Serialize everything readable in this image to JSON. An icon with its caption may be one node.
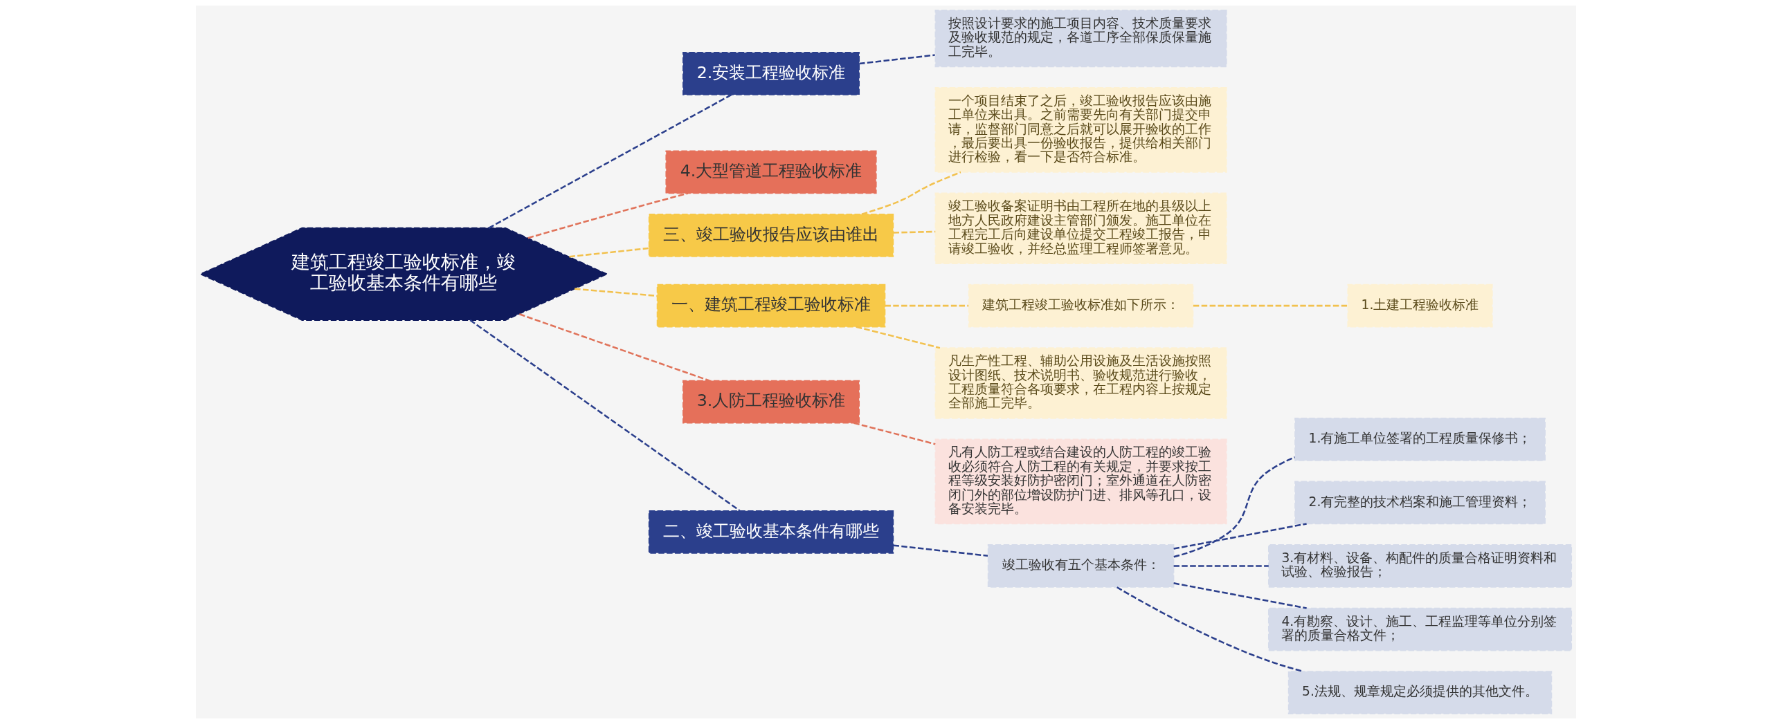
{
  "diagram": {
    "nodes": [
      {
        "text": [
          "建筑工程竣工验收标准，竣工验收基本条件有哪些"
        ]
      },
      {
        "text": [
          "2.安装工程验收标准"
        ]
      },
      {
        "text": [
          "按照设计要求的施工项目内容、技术质量要求及验收规范的规定，各道工序全部保质保量施工完毕。"
        ]
      },
      {
        "text": [
          "4.大型管道工程验收标准"
        ]
      },
      {
        "text": [
          "三、竣工验收报告应该由谁出"
        ]
      },
      {
        "text": [
          "一个项目结束了之后，竣工验收报告应该由施工单位来出具。之前需要先向有关部门提交申请，监督部门同意之后就可以展开验收的工作，最后要出具一份验收报告，提供给相关部门进行检验，看一下是否符合标准。"
        ]
      },
      {
        "text": [
          "竣工验收备案证明书由工程所在地的县级以上地方人民政府建设主管部门颁发。施工单位在工程完工后向建设单位提交工程竣工报告，申请竣工验收，并经总监理工程师签署意见。"
        ]
      },
      {
        "text": [
          "一、建筑工程竣工验收标准"
        ]
      },
      {
        "text": [
          "建筑工程竣工验收标准如下所示："
        ]
      },
      {
        "text": [
          "1.土建工程验收标准"
        ]
      },
      {
        "text": [
          "凡生产性工程、辅助公用设施及生活设施按照设计图纸、技术说明书、验收规范进行验收，工程质量符合各项要求，在工程内容上按规定全部施工完毕。"
        ]
      },
      {
        "text": [
          "3.人防工程验收标准"
        ]
      },
      {
        "text": [
          "凡有人防工程或结合建设的人防工程的竣工验收必须符合人防工程的有关规定，并要求按工程等级安装好防护密闭门；室外通道在人防密闭门外的部位增设防护门进、排风等孔口，设备安装完毕。"
        ]
      },
      {
        "text": [
          "二、竣工验收基本条件有哪些"
        ]
      },
      {
        "text": [
          "竣工验收有五个基本条件："
        ]
      },
      {
        "text": [
          "1.有施工单位签署的工程质量保修书；"
        ]
      },
      {
        "text": [
          "2.有完整的技术档案和施工管理资料；"
        ]
      },
      {
        "text": [
          "3.有材料、设备、构配件的质量合格证明资料和试验、检验报告；"
        ]
      },
      {
        "text": [
          "4.有勘察、设计、施工、工程监理等单位分别签署的质量合格文件；"
        ]
      },
      {
        "text": [
          "5.法规、规章规定必须提供的其他文件。"
        ]
      }
    ],
    "edges": [
      {
        "from": 0,
        "to": 1,
        "arrow": "none",
        "style": "dashed"
      },
      {
        "from": 1,
        "to": 2,
        "arrow": "none",
        "style": "dashed"
      },
      {
        "from": 0,
        "to": 3,
        "arrow": "none",
        "style": "dashed",
        "color": "#e0735a"
      },
      {
        "from": 0,
        "to": 4,
        "arrow": "none",
        "style": "dashed",
        "color": "#f2c14e"
      },
      {
        "from": 4,
        "to": 5,
        "arrow": "none",
        "style": "dashed",
        "color": "#f2c14e"
      },
      {
        "from": 4,
        "to": 6,
        "arrow": "none",
        "style": "dashed",
        "color": "#f2c14e"
      },
      {
        "from": 0,
        "to": 7,
        "arrow": "none",
        "style": "dashed",
        "color": "#f2c14e"
      },
      {
        "from": 7,
        "to": 8,
        "arrow": "none",
        "style": "dashed",
        "color": "#f2c14e"
      },
      {
        "from": 8,
        "to": 9,
        "arrow": "none",
        "style": "dashed",
        "color": "#f2c14e"
      },
      {
        "from": 7,
        "to": 10,
        "arrow": "none",
        "style": "dashed",
        "color": "#f2c14e"
      },
      {
        "from": 0,
        "to": 11,
        "arrow": "none",
        "style": "dashed",
        "color": "#e0735a"
      },
      {
        "from": 11,
        "to": 12,
        "arrow": "none",
        "style": "dashed",
        "color": "#e0735a"
      },
      {
        "from": 0,
        "to": 13,
        "arrow": "none",
        "style": "dashed"
      },
      {
        "from": 13,
        "to": 14,
        "arrow": "none",
        "style": "dashed"
      },
      {
        "from": 14,
        "to": 15,
        "arrow": "none",
        "style": "dashed"
      },
      {
        "from": 14,
        "to": 16,
        "arrow": "none",
        "style": "dashed"
      },
      {
        "from": 14,
        "to": 17,
        "arrow": "none",
        "style": "dashed"
      },
      {
        "from": 14,
        "to": 18,
        "arrow": "none",
        "style": "dashed"
      },
      {
        "from": 14,
        "to": 19,
        "arrow": "none",
        "style": "dashed"
      }
    ]
  }
}
